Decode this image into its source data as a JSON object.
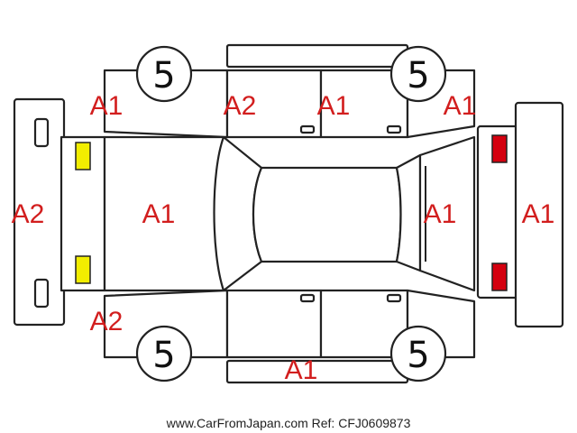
{
  "diagram": {
    "tires": {
      "front_left": "5",
      "front_right": "5",
      "rear_left": "5",
      "rear_right": "5"
    },
    "codes": {
      "front_bumper": "A2",
      "hood": "A1",
      "left_front_fender": "A1",
      "left_front_door": "A2",
      "left_rear_door": "A1",
      "left_rear_quarter": "A1",
      "rear_hatch": "A1",
      "rear_bumper": "A1",
      "right_front_fender": "A2",
      "right_side_sill": "A1"
    },
    "marker_colors": {
      "headlight": "#f2ee00",
      "taillight": "#d4000f"
    }
  },
  "footer": "www.CarFromJapan.com Ref: CFJ0609873"
}
